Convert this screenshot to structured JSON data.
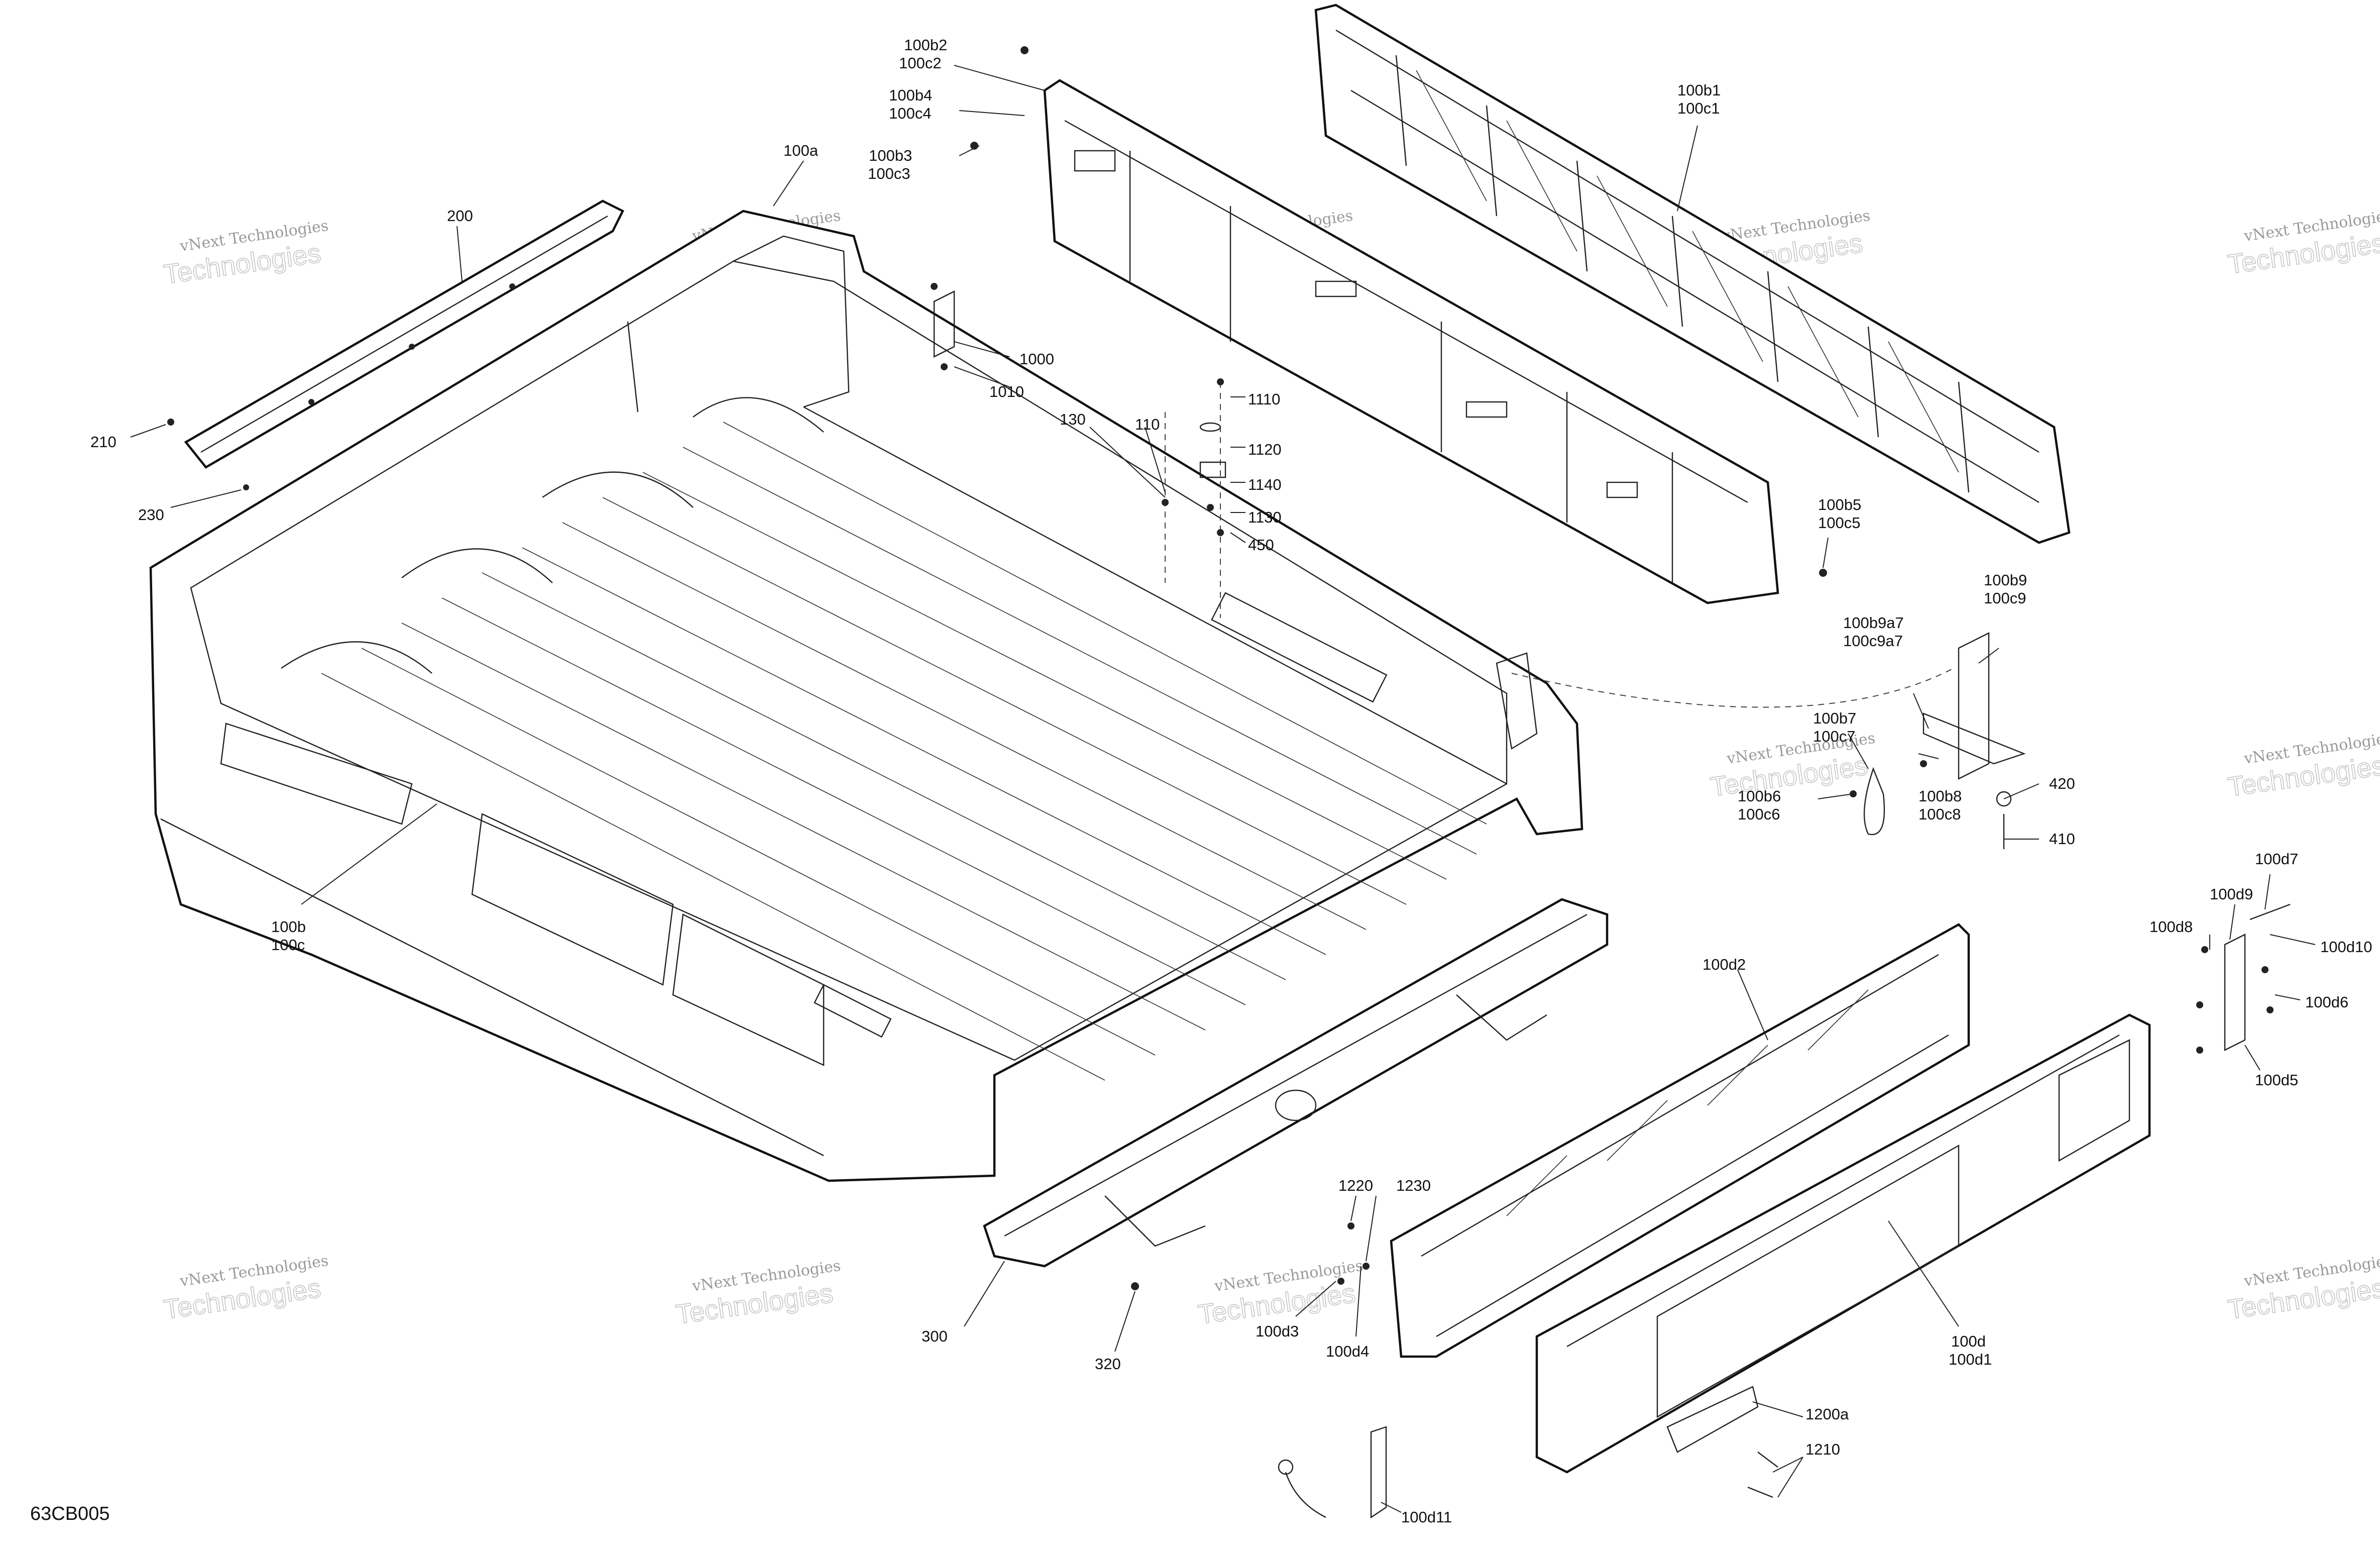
{
  "diagram_code": "63CB005",
  "watermark": {
    "line1": "vNext Technologies",
    "line2": "Technologies"
  },
  "callouts": [
    {
      "id": "c100b2",
      "lines": [
        "100b2",
        "100c2"
      ]
    },
    {
      "id": "c100b4",
      "lines": [
        "100b4",
        "100c4"
      ]
    },
    {
      "id": "c100b3",
      "lines": [
        "100b3",
        "100c3"
      ]
    },
    {
      "id": "c100b1",
      "lines": [
        "100b1",
        "100c1"
      ]
    },
    {
      "id": "c100a",
      "lines": [
        "100a"
      ]
    },
    {
      "id": "c200",
      "lines": [
        "200"
      ]
    },
    {
      "id": "c1000",
      "lines": [
        "1000"
      ]
    },
    {
      "id": "c1010",
      "lines": [
        "1010"
      ]
    },
    {
      "id": "c130",
      "lines": [
        "130"
      ]
    },
    {
      "id": "c110",
      "lines": [
        "110"
      ]
    },
    {
      "id": "c1110",
      "lines": [
        "1110"
      ]
    },
    {
      "id": "c1120",
      "lines": [
        "1120"
      ]
    },
    {
      "id": "c1140",
      "lines": [
        "1140"
      ]
    },
    {
      "id": "c1130",
      "lines": [
        "1130"
      ]
    },
    {
      "id": "c450",
      "lines": [
        "450"
      ]
    },
    {
      "id": "c210",
      "lines": [
        "210"
      ]
    },
    {
      "id": "c230",
      "lines": [
        "230"
      ]
    },
    {
      "id": "c100b5",
      "lines": [
        "100b5",
        "100c5"
      ]
    },
    {
      "id": "c100b9",
      "lines": [
        "100b9",
        "100c9"
      ]
    },
    {
      "id": "c100b9a7",
      "lines": [
        "100b9a7",
        "100c9a7"
      ]
    },
    {
      "id": "c100b7",
      "lines": [
        "100b7",
        "100c7"
      ]
    },
    {
      "id": "c100b6",
      "lines": [
        "100b6",
        "100c6"
      ]
    },
    {
      "id": "c100b8",
      "lines": [
        "100b8",
        "100c8"
      ]
    },
    {
      "id": "c420",
      "lines": [
        "420"
      ]
    },
    {
      "id": "c410",
      "lines": [
        "410"
      ]
    },
    {
      "id": "c100b",
      "lines": [
        "100b",
        "100c"
      ]
    },
    {
      "id": "c100d2",
      "lines": [
        "100d2"
      ]
    },
    {
      "id": "c100d7",
      "lines": [
        "100d7"
      ]
    },
    {
      "id": "c100d9",
      "lines": [
        "100d9"
      ]
    },
    {
      "id": "c100d8",
      "lines": [
        "100d8"
      ]
    },
    {
      "id": "c100d10",
      "lines": [
        "100d10"
      ]
    },
    {
      "id": "c100d6",
      "lines": [
        "100d6"
      ]
    },
    {
      "id": "c100d5",
      "lines": [
        "100d5"
      ]
    },
    {
      "id": "c1220",
      "lines": [
        "1220"
      ]
    },
    {
      "id": "c1230",
      "lines": [
        "1230"
      ]
    },
    {
      "id": "c100d3",
      "lines": [
        "100d3"
      ]
    },
    {
      "id": "c100d4",
      "lines": [
        "100d4"
      ]
    },
    {
      "id": "c300",
      "lines": [
        "300"
      ]
    },
    {
      "id": "c320",
      "lines": [
        "320"
      ]
    },
    {
      "id": "c100d",
      "lines": [
        "100d",
        "100d1"
      ]
    },
    {
      "id": "c1200a",
      "lines": [
        "1200a"
      ]
    },
    {
      "id": "c1210",
      "lines": [
        "1210"
      ]
    },
    {
      "id": "c100d11",
      "lines": [
        "100d11"
      ]
    }
  ]
}
